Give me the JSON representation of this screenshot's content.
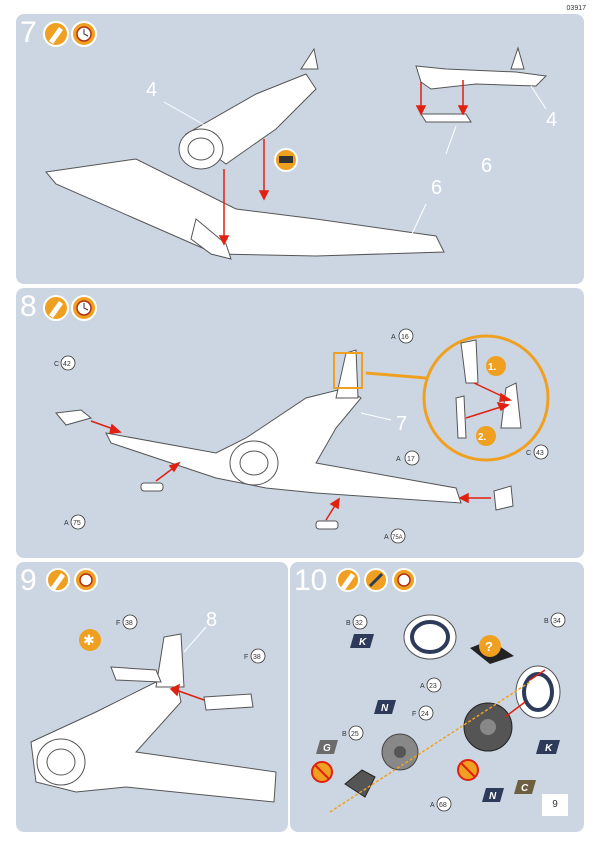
{
  "doc_code": "03917",
  "page_number": "9",
  "steps": {
    "s7": {
      "number": "7",
      "callouts": {
        "fuselage": "4",
        "tail": "4",
        "wing": "6",
        "insert": "6"
      }
    },
    "s8": {
      "number": "8",
      "callouts": {
        "assembly": "7",
        "p16": "16",
        "p16_prefix": "A",
        "p17": "17",
        "p17_prefix": "A",
        "p42": "42",
        "p42_prefix": "C",
        "p43": "43",
        "p43_prefix": "C",
        "p75": "75",
        "p75_prefix": "A",
        "p75A": "75A",
        "p75A_prefix": "A",
        "order1": "1.",
        "order2": "2."
      }
    },
    "s9": {
      "number": "9",
      "callouts": {
        "assembly": "8",
        "f38a": "38",
        "f38a_prefix": "F",
        "f38b": "38",
        "f38b_prefix": "F"
      }
    },
    "s10": {
      "number": "10",
      "callouts": {
        "b32": "32",
        "b32_prefix": "B",
        "b34": "34",
        "b34_prefix": "B",
        "a23": "23",
        "a23_prefix": "A",
        "f24": "24",
        "f24_prefix": "F",
        "b25": "25",
        "b25_prefix": "B",
        "a68": "68",
        "a68_prefix": "A",
        "query": "?"
      },
      "color_flags": {
        "k1": "K",
        "k2": "K",
        "n1": "N",
        "n2": "N",
        "g": "G",
        "c": "C"
      }
    }
  },
  "colors": {
    "panel": "#ccd6e3",
    "accent": "#f0a020",
    "arrow": "#e02010",
    "flag_dark": "#2d3a5a",
    "flag_grey": "#6b6b6b",
    "flag_olive": "#6d6040"
  }
}
